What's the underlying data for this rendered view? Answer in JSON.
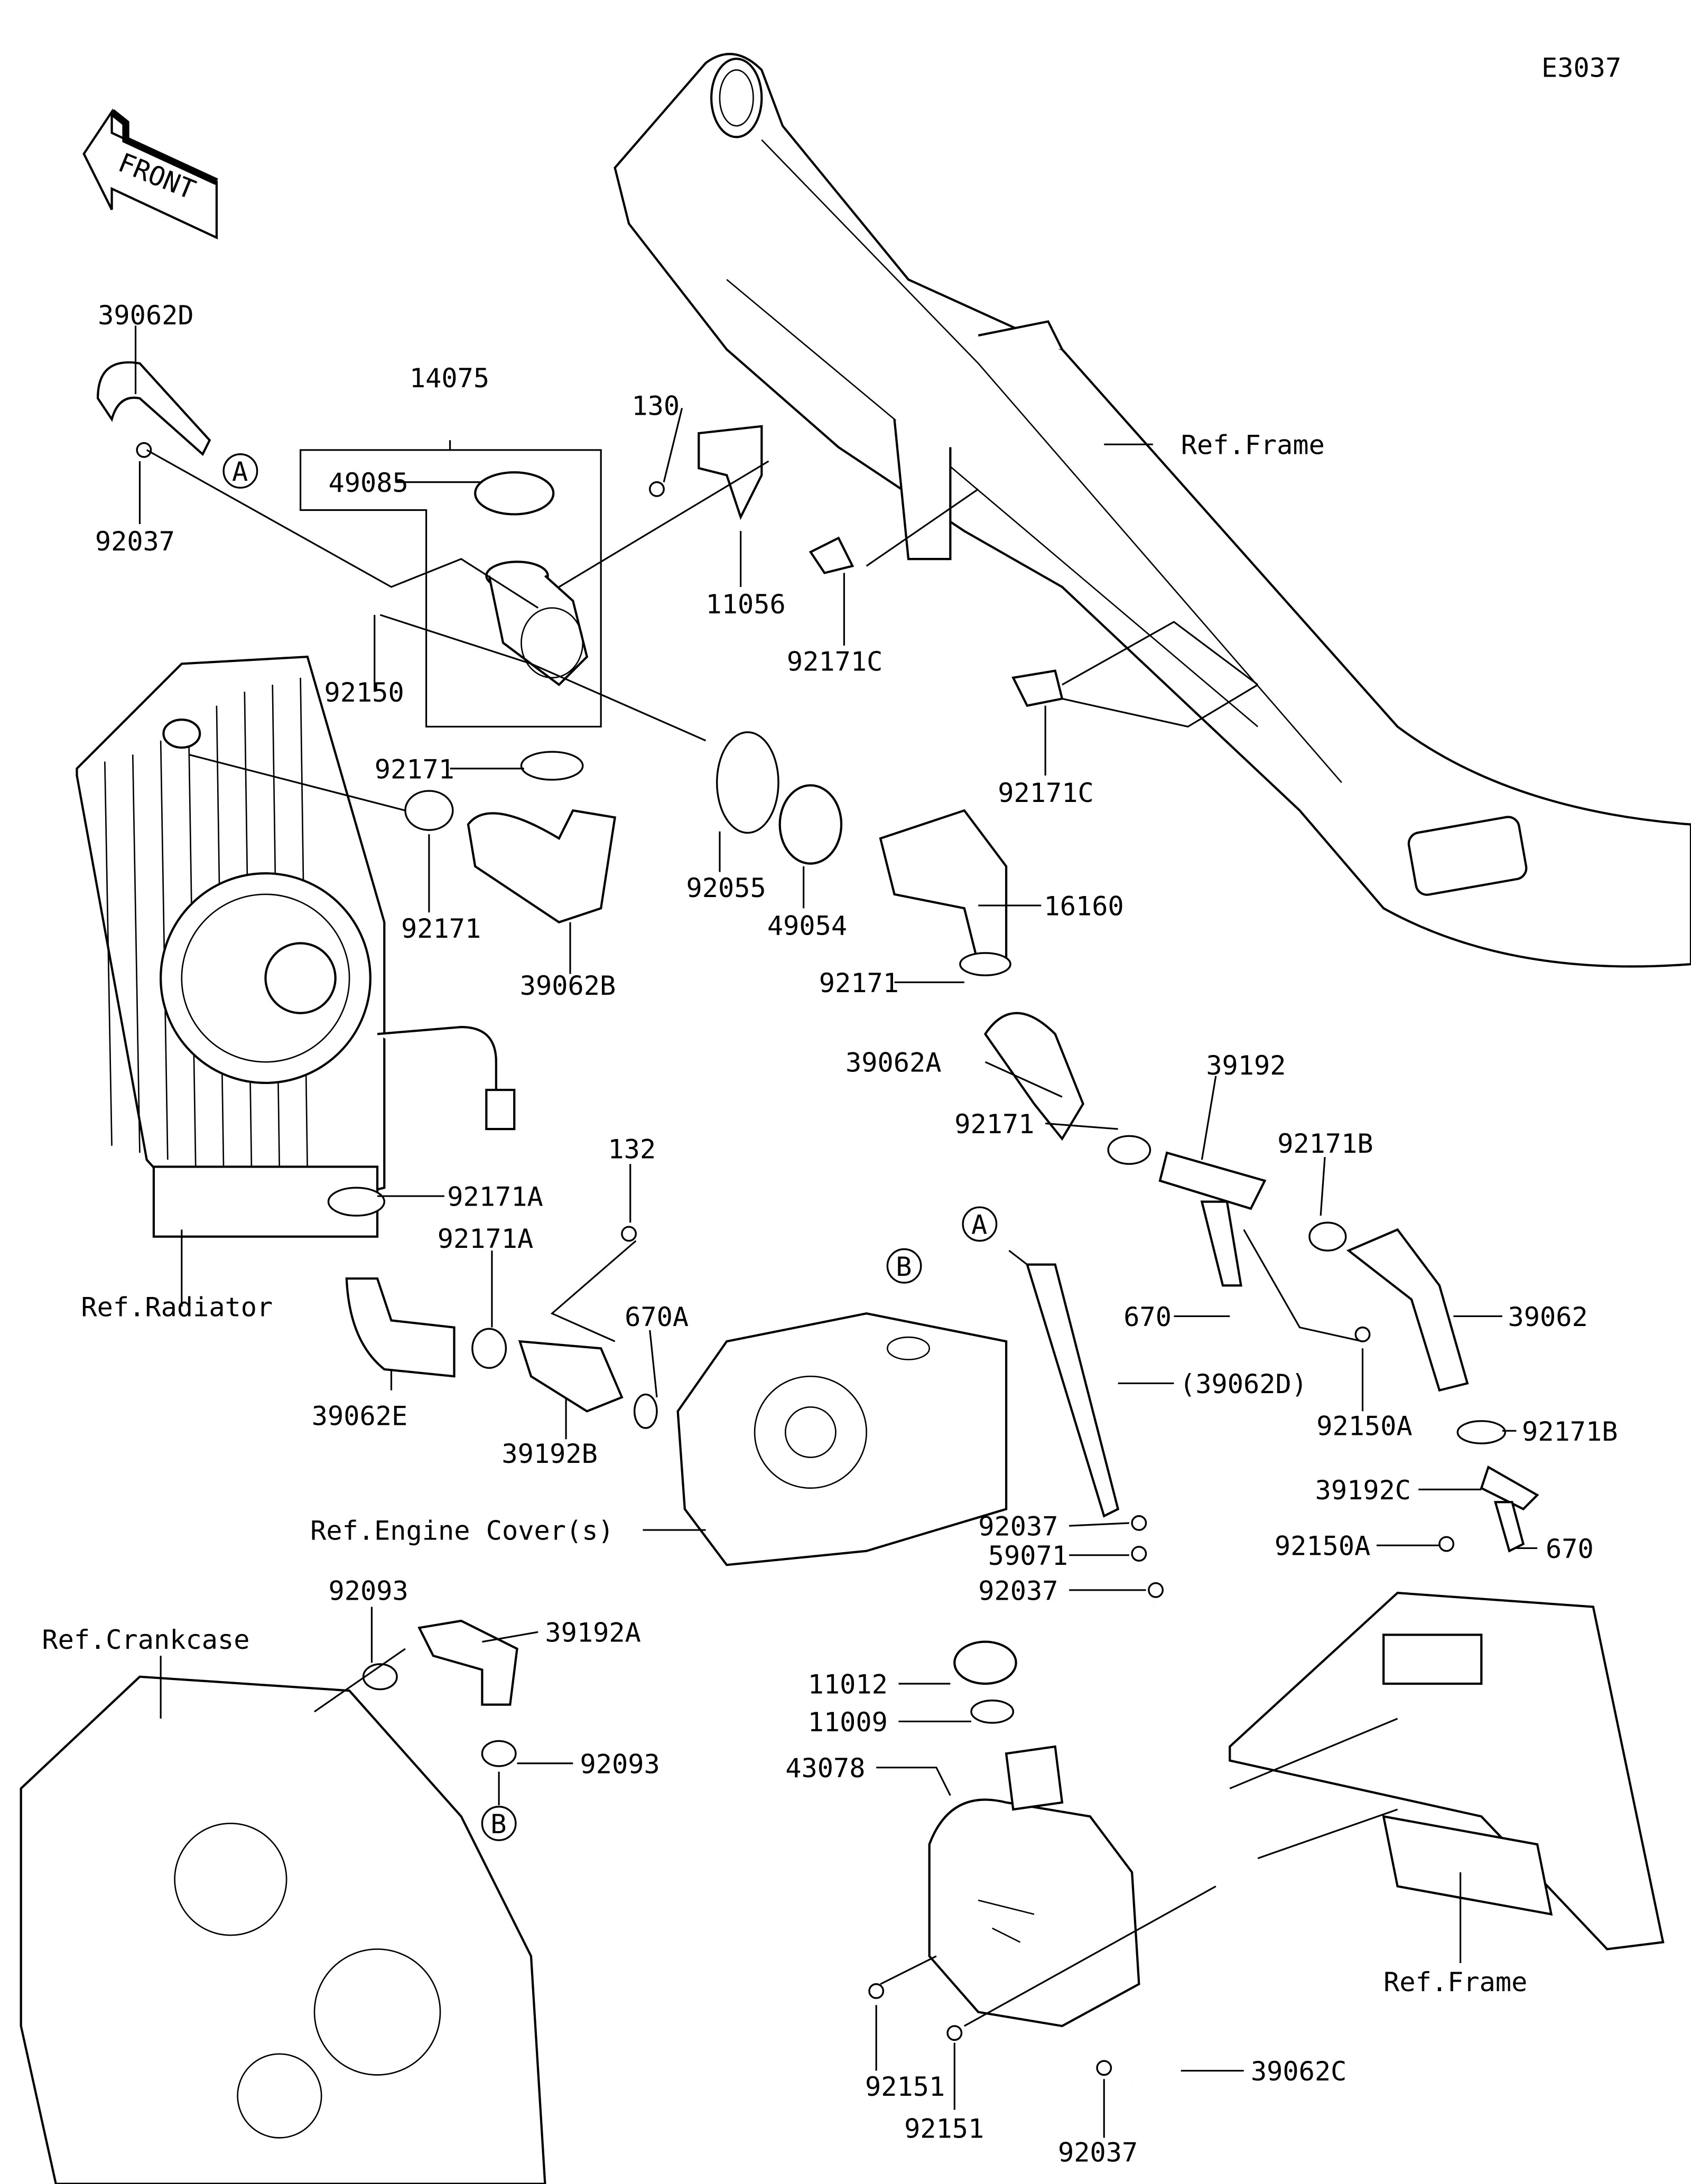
{
  "diagram_code": "E3037",
  "front_indicator": "FRONT",
  "references": {
    "frame_top": "Ref.Frame",
    "radiator": "Ref.Radiator",
    "engine_cover": "Ref.Engine Cover(s)",
    "crankcase": "Ref.Crankcase",
    "frame_bottom": "Ref.Frame"
  },
  "connectors": {
    "a": "A",
    "b": "B"
  },
  "parts": {
    "p39062D": "39062D",
    "p14075": "14075",
    "p130": "130",
    "p49085": "49085",
    "p92037_top": "92037",
    "p11056": "11056",
    "p92150": "92150",
    "p92171C_1": "92171C",
    "p92171_1": "92171",
    "p92171C_2": "92171C",
    "p92055": "92055",
    "p49054": "49054",
    "p92171_2": "92171",
    "p16160": "16160",
    "p39062B": "39062B",
    "p92171_3": "92171",
    "p39062A": "39062A",
    "p39192": "39192",
    "p92171_4": "92171",
    "p92171B_1": "92171B",
    "p132": "132",
    "p92171A_1": "92171A",
    "p92171A_2": "92171A",
    "p670A": "670A",
    "p670_1": "670",
    "p39062": "39062",
    "p39062D_ref": "(39062D)",
    "p39062E": "39062E",
    "p39192B": "39192B",
    "p92150A_1": "92150A",
    "p92171B_2": "92171B",
    "p39192C": "39192C",
    "p92037_1": "92037",
    "p59071": "59071",
    "p92150A_2": "92150A",
    "p670_2": "670",
    "p92037_2": "92037",
    "p92093_1": "92093",
    "p39192A": "39192A",
    "p11012": "11012",
    "p11009": "11009",
    "p92093_2": "92093",
    "p43078": "43078",
    "p92151_1": "92151",
    "p39062C": "39062C",
    "p92151_2": "92151",
    "p92037_3": "92037"
  }
}
